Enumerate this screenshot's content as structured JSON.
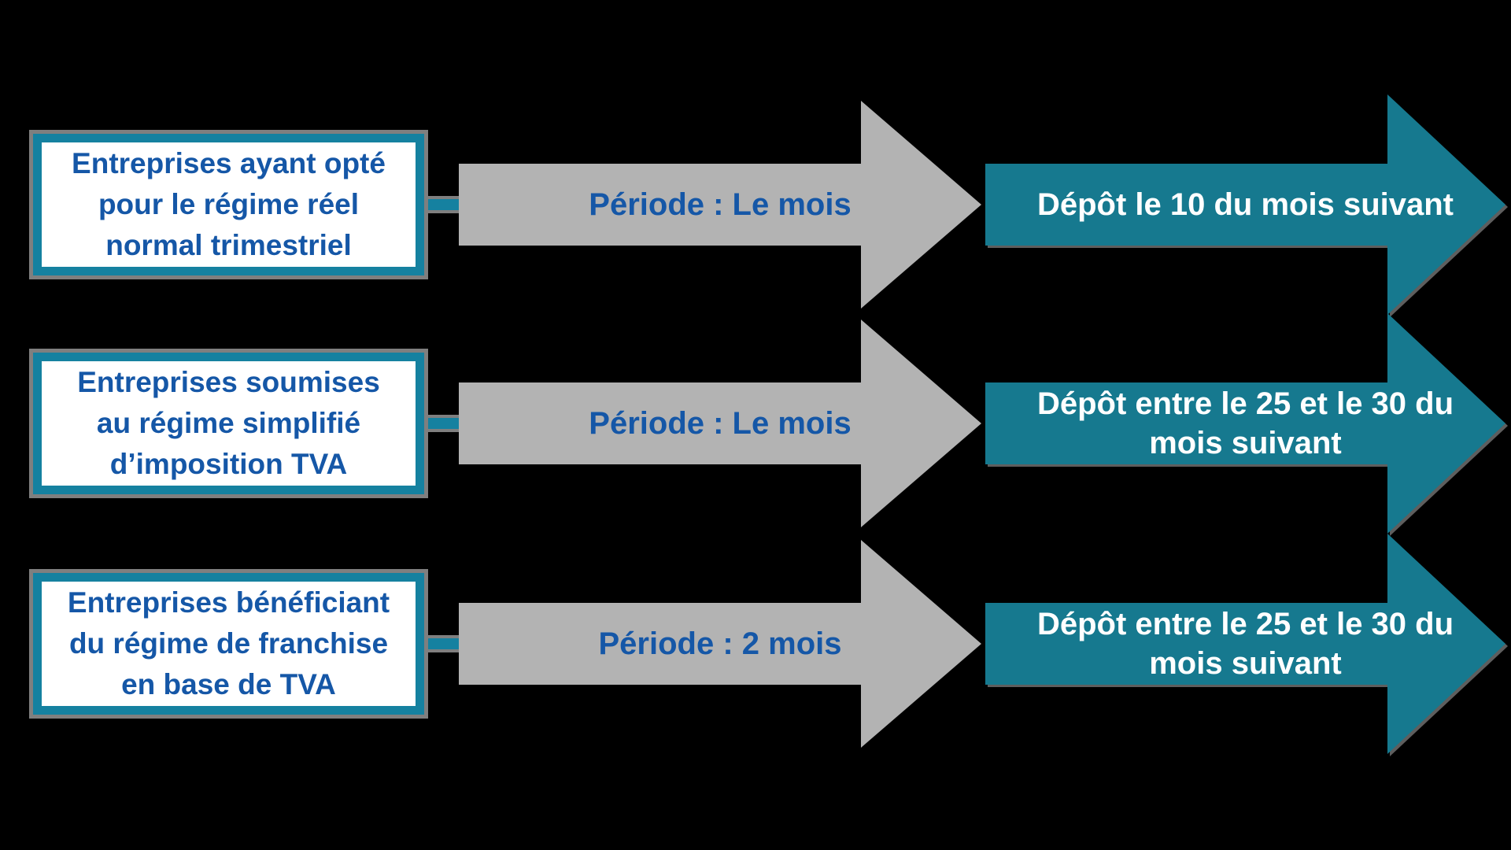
{
  "colors": {
    "background": "#000000",
    "teal": "#16798F",
    "teal_border": "#1581A0",
    "gray": "#B3B3B3",
    "shadow": "#7F7F7F",
    "text_blue": "#1557A7",
    "white": "#FFFFFF"
  },
  "rows": [
    {
      "box_lines": [
        "Entreprises ayant opté",
        "pour le régime réel",
        "normal trimestriel"
      ],
      "period_label": "Période : Le mois",
      "deposit_lines": [
        "Dépôt le 10 du mois suivant"
      ]
    },
    {
      "box_lines": [
        "Entreprises soumises",
        "au régime simplifié",
        "d’imposition TVA"
      ],
      "period_label": "Période : Le mois",
      "deposit_lines": [
        "Dépôt entre le 25 et le 30 du",
        "mois suivant"
      ]
    },
    {
      "box_lines": [
        "Entreprises bénéficiant",
        "du régime de franchise",
        "en base de TVA"
      ],
      "period_label": "Période : 2 mois",
      "deposit_lines": [
        "Dépôt entre le 25 et le 30 du",
        "mois suivant"
      ]
    }
  ]
}
